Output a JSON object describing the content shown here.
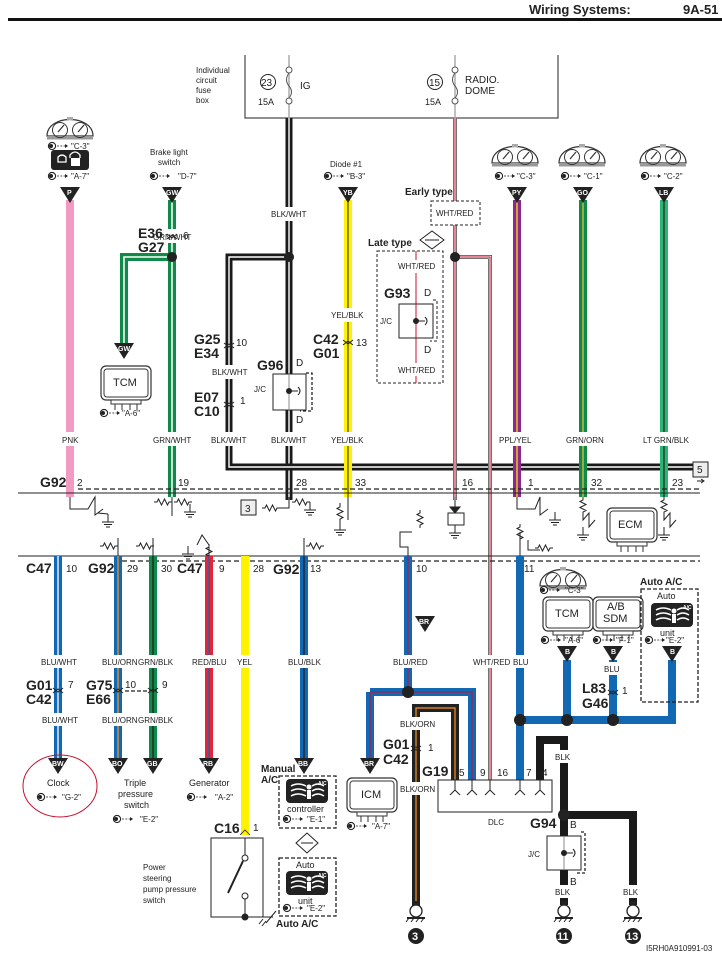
{
  "header": {
    "title": "Wiring Systems:",
    "page": "9A-51"
  },
  "fuse_box": {
    "label": [
      "Individual",
      "circuit",
      "fuse",
      "box"
    ],
    "fuses": [
      {
        "number": "23",
        "rating": "15A",
        "name": [
          "IG"
        ]
      },
      {
        "number": "15",
        "rating": "15A",
        "name": [
          "RADIO.",
          "DOME"
        ]
      }
    ]
  },
  "components": {
    "meter_ref_1": "\"C-3\"",
    "immobilizer_ref": "\"A-7\"",
    "brake_switch": {
      "label": [
        "Brake light",
        "switch"
      ],
      "ref": "\"D-7\""
    },
    "diode1": {
      "label": "Diode #1",
      "ref": "\"B-3\""
    },
    "early_type": "Early type",
    "late_type": "Late type",
    "meter_py_ref": "\"C-3\"",
    "meter_go_ref": "\"C-1\"",
    "meter_lb_ref": "\"C-2\"",
    "tcm_top": {
      "label": "TCM",
      "ref": "\"A-6\""
    },
    "ecm": "ECM",
    "clock": {
      "label": "Clock",
      "ref": "\"G-2\""
    },
    "triple_switch": {
      "label": [
        "Triple",
        "pressure",
        "switch"
      ],
      "ref": "\"E-2\""
    },
    "generator": {
      "label": "Generator",
      "ref": "\"A-2\""
    },
    "manual_ac": {
      "title": [
        "Manual",
        "A/C"
      ],
      "label": "controller",
      "ref": "\"E-1\""
    },
    "auto_ac_unit": {
      "top": "Auto",
      "label": "unit",
      "ref": "\"E-2\"",
      "footer": "Auto A/C"
    },
    "ps_switch": [
      "Power",
      "steering",
      "pump pressure",
      "switch"
    ],
    "icm": {
      "label": "ICM",
      "ref": "\"A-7\""
    },
    "dlc": "DLC",
    "meter_blue_ref": "\"C-3\"",
    "tcm_bottom": {
      "label": "TCM",
      "ref": "\"A-6\""
    },
    "ab_sdm": {
      "label": [
        "A/B",
        "SDM"
      ],
      "ref": "\"F-1\""
    },
    "auto_ac_right": {
      "title": "Auto A/C",
      "top": "Auto",
      "label": "unit",
      "ref": "\"E-2\""
    },
    "jc": "J/C"
  },
  "connectors": {
    "e36_g27": [
      "E36",
      "G27",
      "6"
    ],
    "g25_e34": [
      "G25",
      "E34",
      "10"
    ],
    "e07_c10": [
      "E07",
      "C10",
      "1"
    ],
    "g96": [
      "G96",
      "D",
      "D"
    ],
    "c42_g01": [
      "C42",
      "G01",
      "13"
    ],
    "g93": [
      "G93",
      "D",
      "D"
    ],
    "g92_top": {
      "name": "G92",
      "pins": [
        "2",
        "19",
        "28",
        "33",
        "16",
        "1",
        "32",
        "23"
      ]
    },
    "page_ref_5": "5",
    "page_ref_3": "3",
    "c47_a": [
      "C47",
      "10"
    ],
    "g92_b": [
      "G92",
      "29",
      "30"
    ],
    "c47_b": [
      "C47",
      "9",
      "28"
    ],
    "g92_c": [
      "G92",
      "13"
    ],
    "pin10": "10",
    "pin11": "11",
    "g01_c42_a": [
      "G01",
      "C42",
      "7"
    ],
    "g75_e66": [
      "G75",
      "E66",
      "10",
      "9"
    ],
    "g01_c42_b": [
      "G01",
      "C42",
      "1"
    ],
    "g19": {
      "name": "G19",
      "pins": [
        "5",
        "9",
        "16",
        "7",
        "4"
      ]
    },
    "c16": [
      "C16",
      "1"
    ],
    "l83_g46": [
      "L83",
      "G46",
      "1"
    ],
    "g94": [
      "G94",
      "B",
      "B"
    ]
  },
  "wires": {
    "pnk": "PNK",
    "grn_wht": "GRN/WHT",
    "blk_wht": "BLK/WHT",
    "yel_blk": "YEL/BLK",
    "wht_red": "WHT/RED",
    "ppl_yel": "PPL/YEL",
    "grn_orn": "GRN/ORN",
    "lt_grn_blk": "LT GRN/BLK",
    "blu_wht": "BLU/WHT",
    "blu_orn": "BLU/ORN",
    "grn_blk": "GRN/BLK",
    "red_blu": "RED/BLU",
    "yel": "YEL",
    "blu_blk": "BLU/BLK",
    "blu_red": "BLU/RED",
    "blu": "BLU",
    "blk_orn": "BLK/ORN",
    "blk": "BLK"
  },
  "wire_tags": {
    "p": "P",
    "gw": "GW",
    "yb": "YB",
    "py": "PY",
    "go": "GO",
    "lb": "LB",
    "bw": "BW",
    "bo": "BO",
    "gb": "GB",
    "rb": "RB",
    "bb": "BB",
    "br": "BR",
    "b": "B"
  },
  "grounds": [
    "3",
    "11",
    "13"
  ],
  "figure_id": "I5RH0A910991-03",
  "colors": {
    "pink": "#f29ac4",
    "green": "#0f8a48",
    "lt_green": "#2bb673",
    "yellow": "#fff200",
    "purple": "#8b2a8c",
    "blue": "#1268b3",
    "red": "#e62435",
    "wht_red": "#c8102e",
    "orange": "#f7941d",
    "black": "#1a1a1a",
    "highlight": "#c8102e"
  }
}
